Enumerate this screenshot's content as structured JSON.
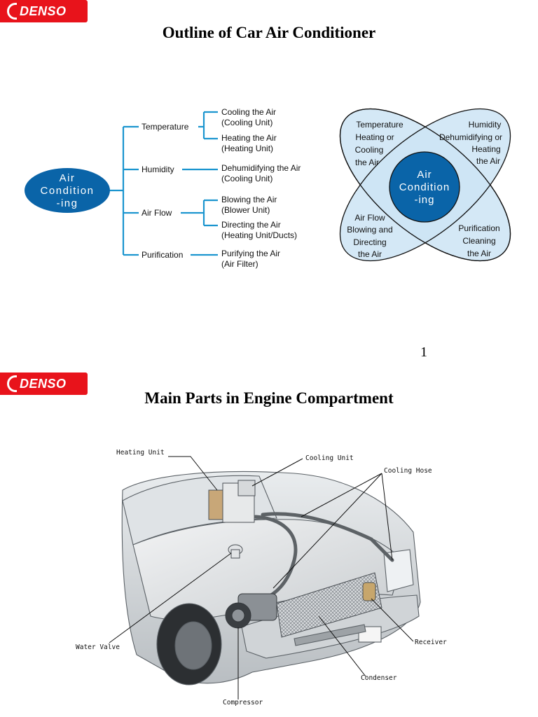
{
  "brand": {
    "logo_text": "DENSO"
  },
  "slide1": {
    "title": "Outline of Car Air Conditioner",
    "page_number": "1",
    "tree": {
      "root": [
        "Air",
        "Condition",
        "-ing"
      ],
      "branches": [
        {
          "label": "Temperature",
          "leaves": [
            [
              "Cooling the Air",
              "(Cooling Unit)"
            ],
            [
              "Heating the Air",
              "(Heating Unit)"
            ]
          ]
        },
        {
          "label": "Humidity",
          "leaves": [
            [
              "Dehumidifying the Air",
              "(Cooling Unit)"
            ]
          ]
        },
        {
          "label": "Air Flow",
          "leaves": [
            [
              "Blowing the Air",
              "(Blower Unit)"
            ],
            [
              "Directing the Air",
              "(Heating Unit/Ducts)"
            ]
          ]
        },
        {
          "label": "Purification",
          "leaves": [
            [
              "Purifying the Air",
              "(Air Filter)"
            ]
          ]
        }
      ]
    },
    "venn": {
      "center": [
        "Air",
        "Condition",
        "-ing"
      ],
      "petals": [
        [
          "Temperature",
          "Heating or",
          "Cooling",
          "the Air"
        ],
        [
          "Humidity",
          "Dehumidifying or",
          "Heating",
          "the Air"
        ],
        [
          "Air Flow",
          "Blowing and",
          "Directing",
          "the Air"
        ],
        [
          "Purification",
          "Cleaning",
          "the Air"
        ]
      ]
    },
    "colors": {
      "primary_blue": "#0a64a8",
      "light_blue": "#cde4f5",
      "line_blue": "#1b95cf"
    }
  },
  "slide2": {
    "title": "Main Parts in Engine Compartment",
    "callouts": {
      "heating_unit": "Heating Unit",
      "cooling_unit": "Cooling Unit",
      "cooling_hose": "Cooling Hose",
      "water_valve": "Water Valve",
      "receiver": "Receiver",
      "condenser": "Condenser",
      "compressor": "Compressor"
    }
  }
}
